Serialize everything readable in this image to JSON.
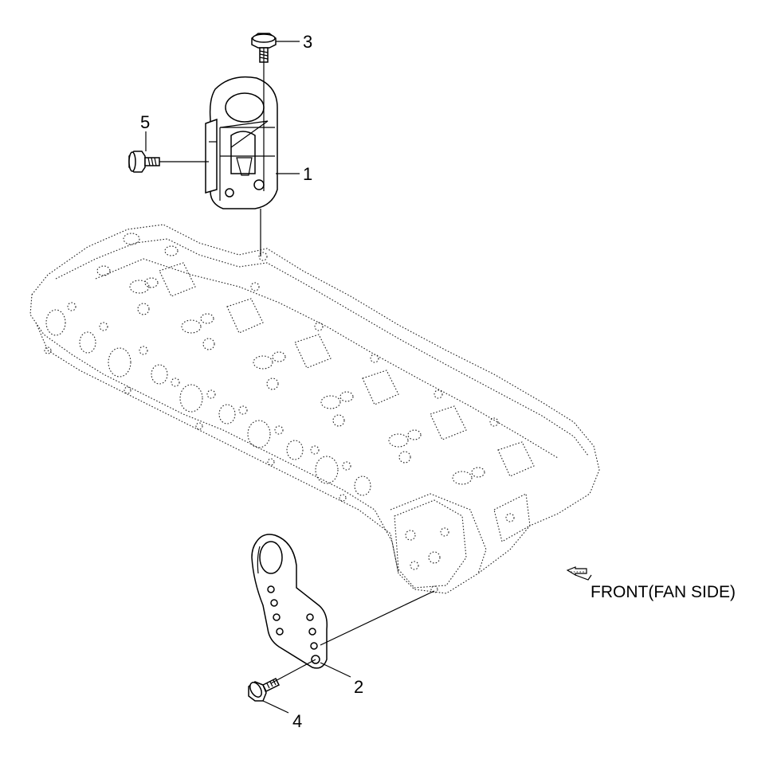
{
  "callouts": {
    "c1": "1",
    "c2": "2",
    "c3": "3",
    "c4": "4",
    "c5": "5"
  },
  "front_label": "FRONT(FAN SIDE)",
  "colors": {
    "line": "#000000",
    "background": "#ffffff"
  }
}
